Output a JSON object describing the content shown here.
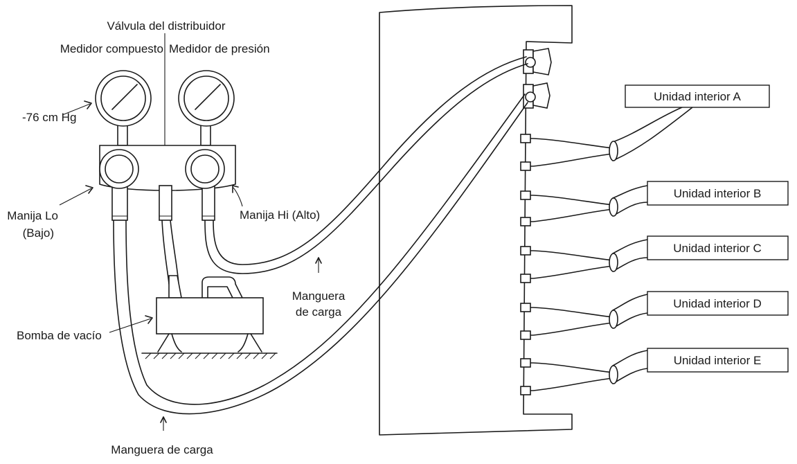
{
  "labels": {
    "valve": "Válvula del distribuidor",
    "compound_gauge": "Medidor compuesto",
    "pressure_gauge": "Medidor de presión",
    "vacuum_reading": "-76 cm Hg",
    "lo_handle_1": "Manija Lo",
    "lo_handle_2": "(Bajo)",
    "hi_handle": "Manija Hi (Alto)",
    "charge_hose_mid_1": "Manguera",
    "charge_hose_mid_2": "de carga",
    "vacuum_pump": "Bomba de vacío",
    "charge_hose_bottom": "Manguera de carga"
  },
  "indoor_units": [
    "Unidad interior A",
    "Unidad interior B",
    "Unidad interior C",
    "Unidad interior D",
    "Unidad interior E"
  ],
  "colors": {
    "stroke": "#1a1a1a",
    "background": "#ffffff"
  }
}
